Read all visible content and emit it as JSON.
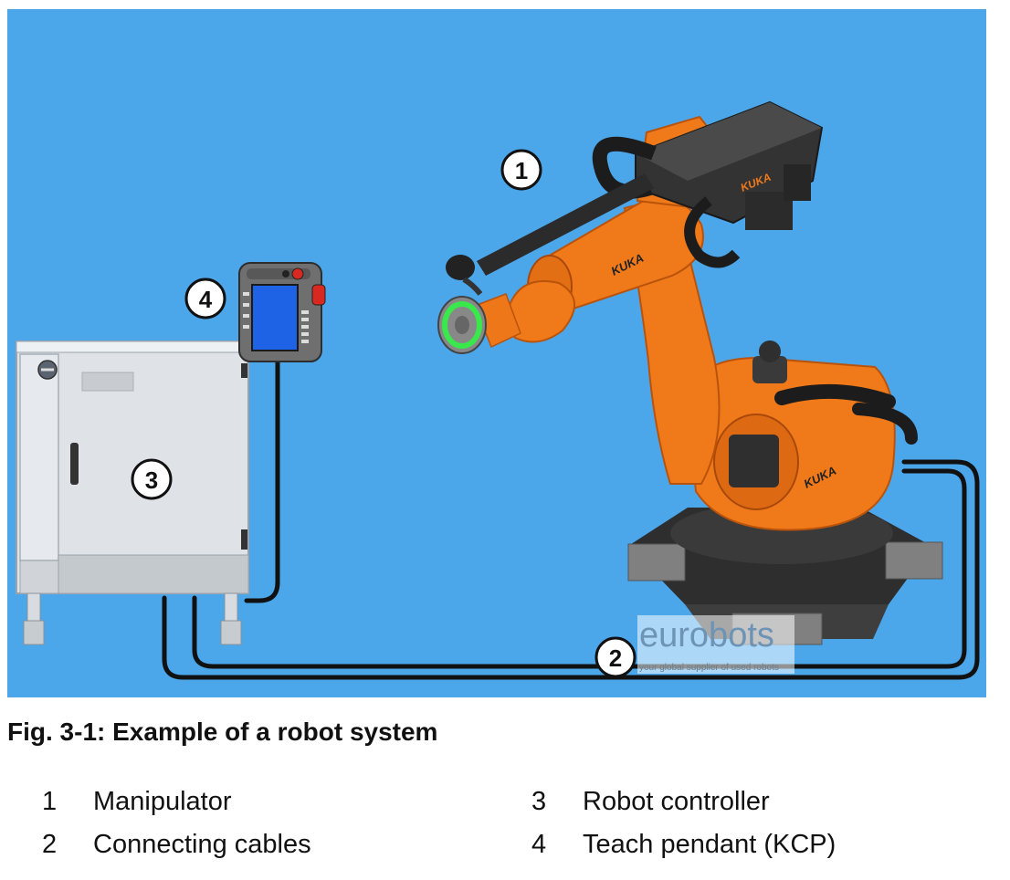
{
  "figure": {
    "background_color": "#4ba6ea",
    "robot_color": "#f07a1a",
    "callouts": [
      {
        "id": "1",
        "label": "1"
      },
      {
        "id": "2",
        "label": "2"
      },
      {
        "id": "3",
        "label": "3"
      },
      {
        "id": "4",
        "label": "4"
      }
    ],
    "brand_marks": [
      "KUKA",
      "KUKA",
      "KUKA"
    ],
    "watermark": {
      "name": "eurobots",
      "tagline": "your global supplier of used robots"
    }
  },
  "caption": "Fig. 3-1: Example of a robot system",
  "legend": [
    {
      "number": "1",
      "label": "Manipulator"
    },
    {
      "number": "2",
      "label": "Connecting cables"
    },
    {
      "number": "3",
      "label": "Robot controller"
    },
    {
      "number": "4",
      "label": "Teach pendant (KCP)"
    }
  ]
}
